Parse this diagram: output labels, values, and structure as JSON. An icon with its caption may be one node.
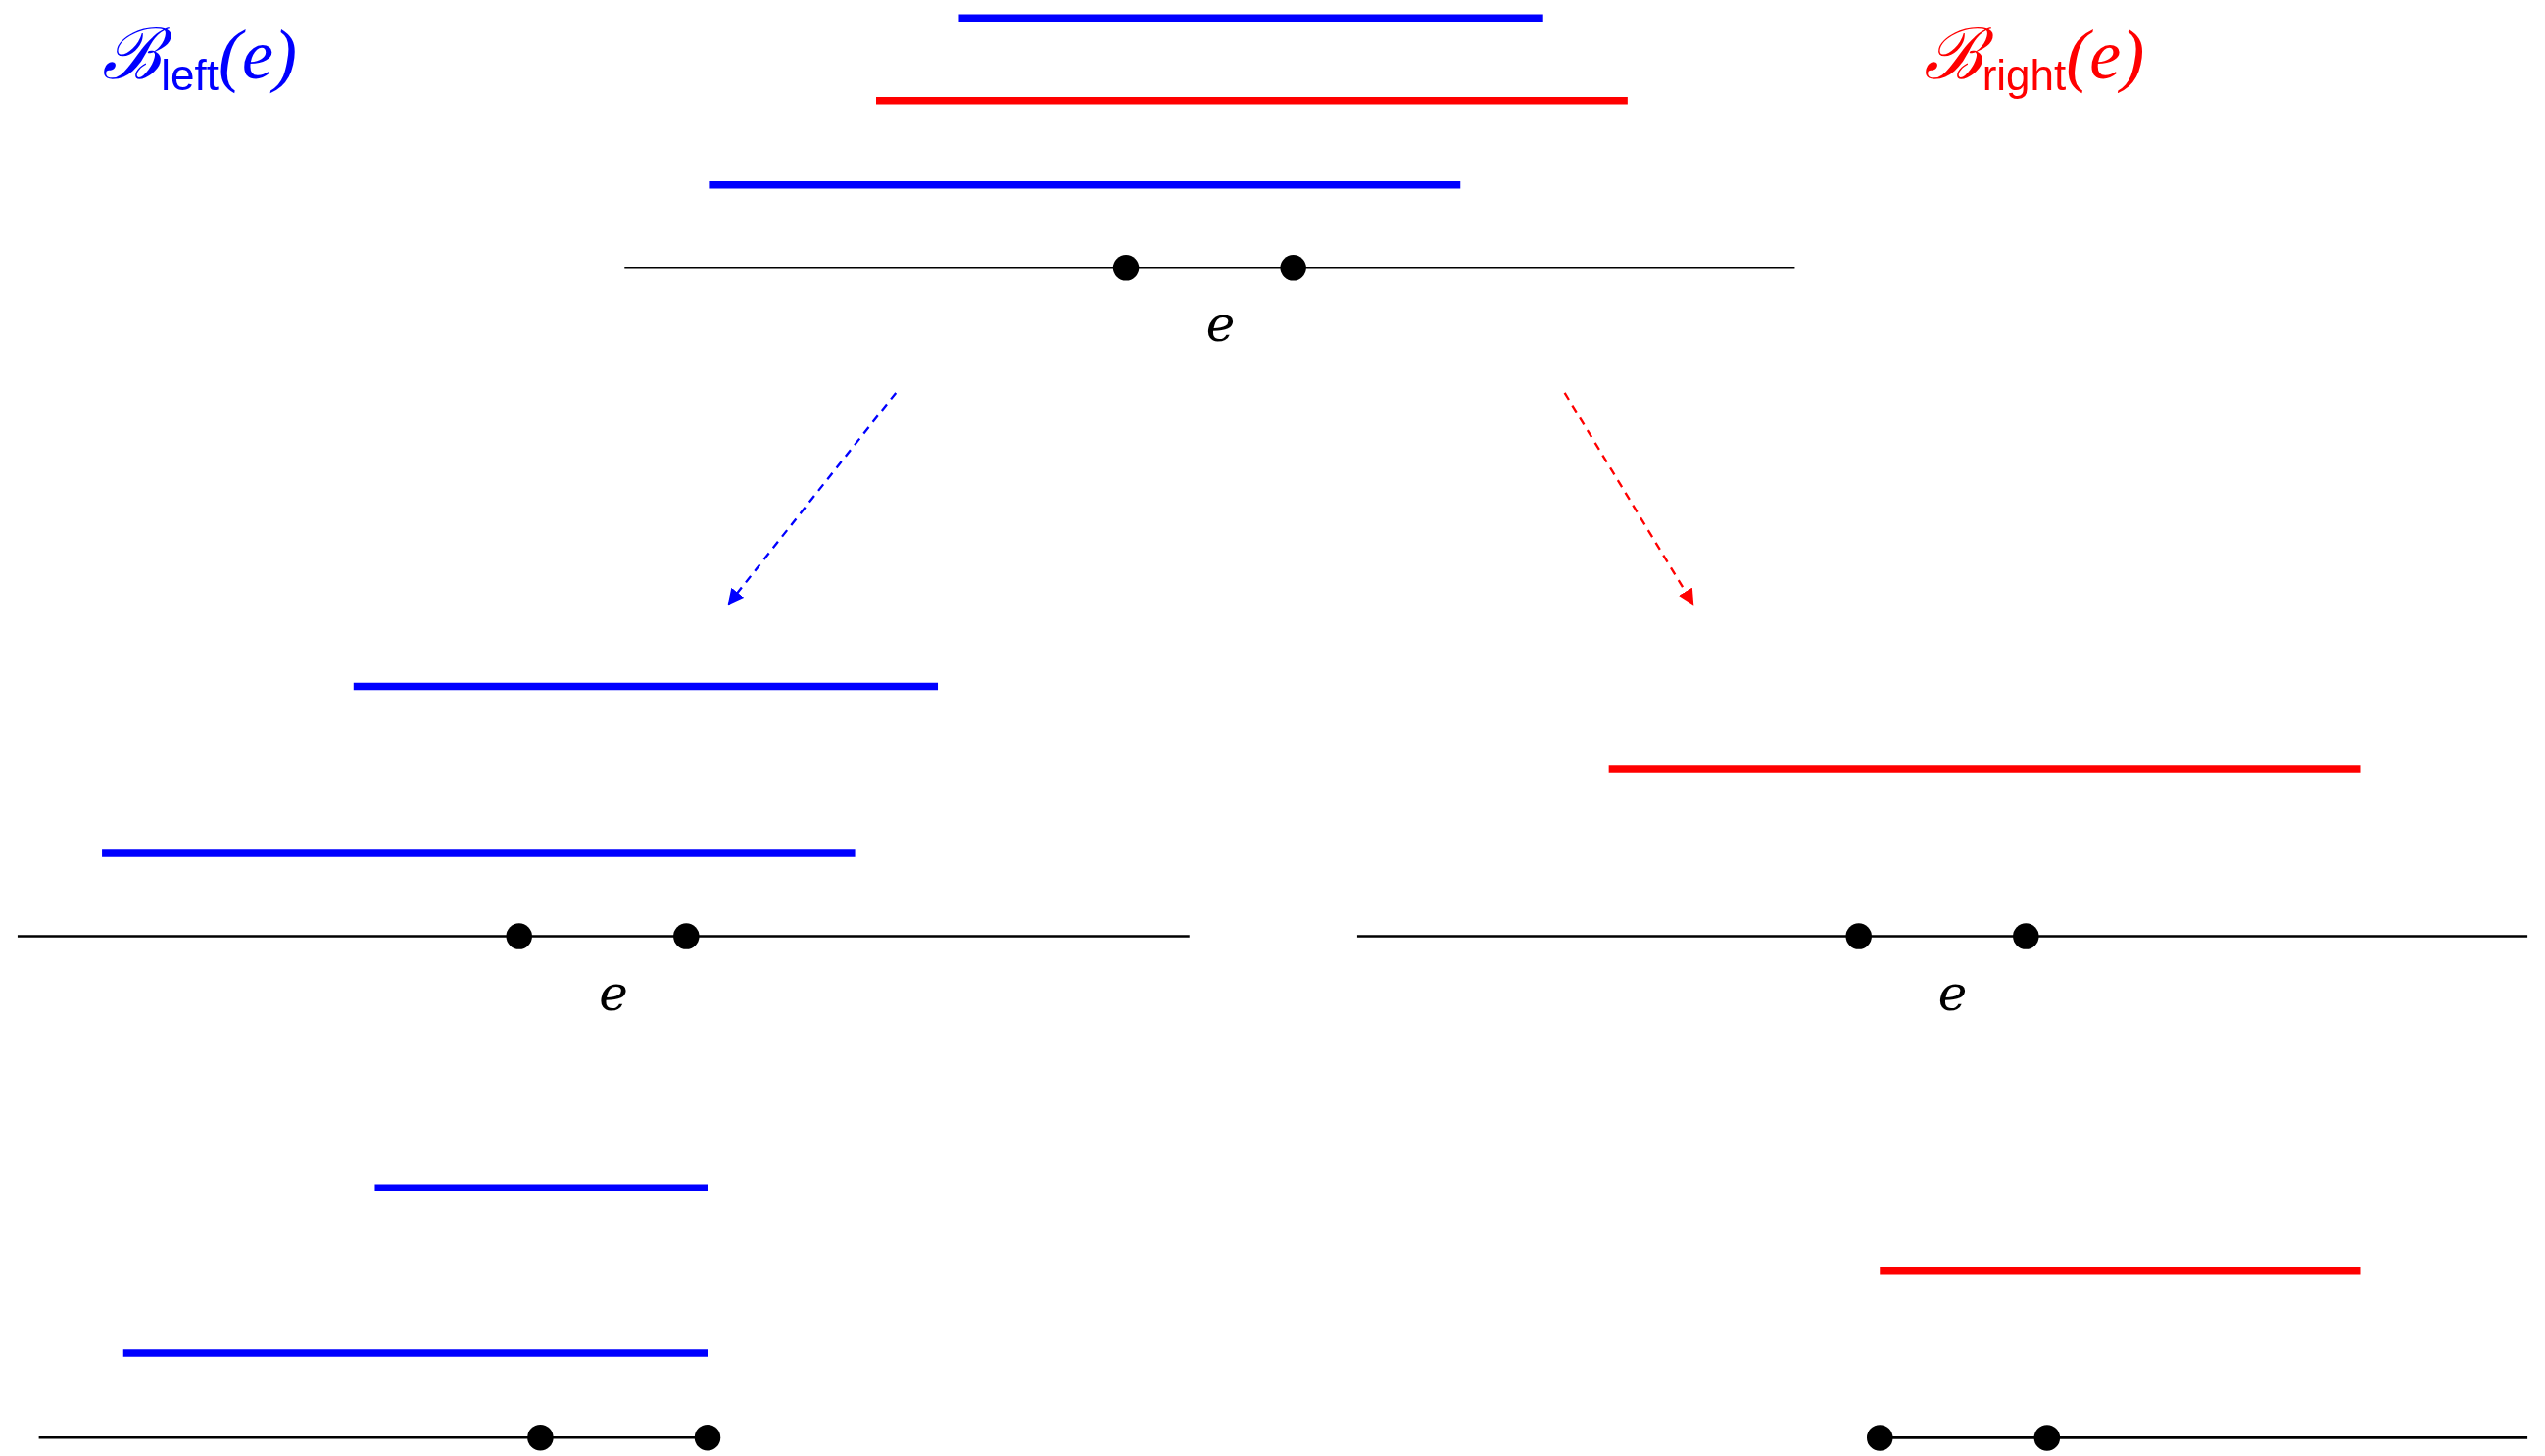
{
  "diagram": {
    "nodes": [
      {
        "text": [
          "e"
        ]
      },
      {
        "text": [
          "e"
        ]
      },
      {
        "text": [
          "e"
        ]
      },
      {
        "text": [],
        "shape": "picture"
      },
      {
        "text": [],
        "shape": "picture"
      }
    ],
    "edges": [
      {
        "from": 0,
        "to": 1,
        "arrow": "to",
        "style": "dashed",
        "color": "#0000ff"
      },
      {
        "from": 0,
        "to": 2,
        "arrow": "to",
        "style": "dashed",
        "color": "#ff0000"
      }
    ],
    "labels": [
      "ℬ$_{left}$(e)",
      "ℬ$_{right}$(e)"
    ]
  }
}
